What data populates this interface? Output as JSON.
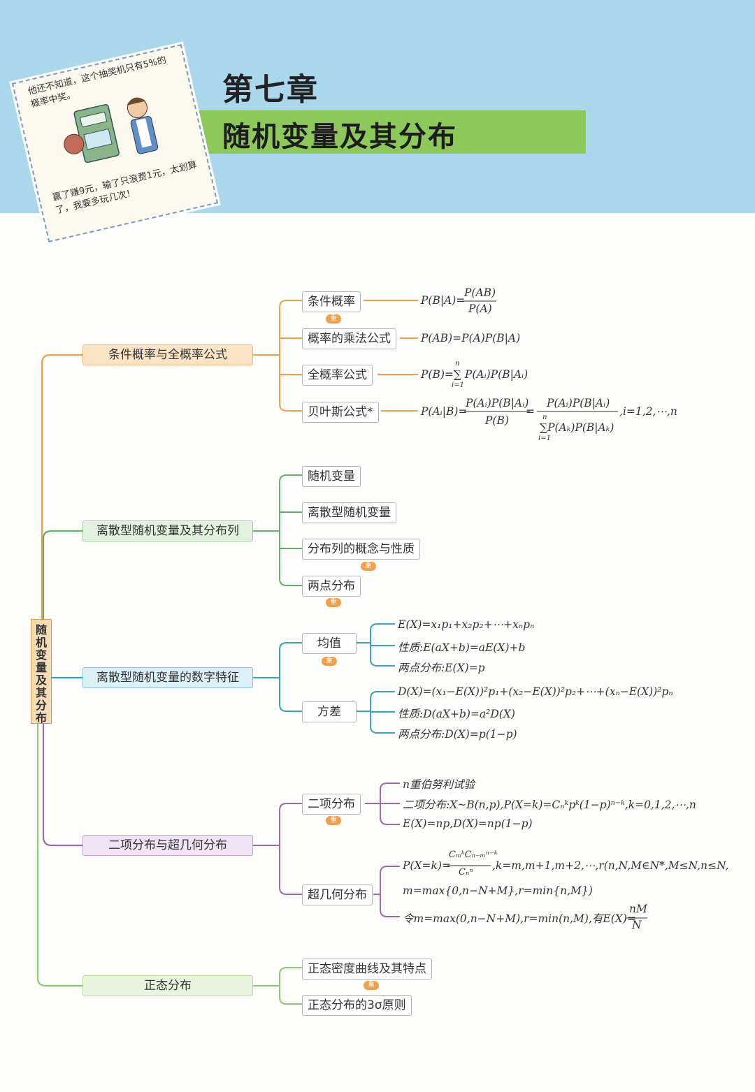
{
  "header": {
    "chapter": "第七章",
    "title": "随机变量及其分布"
  },
  "cartoon": {
    "caption_top": "他还不知道，这个抽奖机只有5%的概率中奖。",
    "caption_bottom": "赢了赚9元，输了只浪费1元，太划算了，我要多玩几次！"
  },
  "badge_label": "重",
  "root": {
    "label_chars": [
      "随",
      "机",
      "变",
      "量",
      "及",
      "其",
      "分",
      "布"
    ]
  },
  "branches": [
    {
      "label": "条件概率与全概率公式",
      "items": [
        {
          "label": "条件概率",
          "formula_lhs": "P(B|A)=",
          "formula_num": "P(AB)",
          "formula_den": "P(A)"
        },
        {
          "label": "概率的乘法公式",
          "formula": "P(AB)=P(A)P(B|A)"
        },
        {
          "label": "全概率公式",
          "formula": "P(B)=∑ P(Aᵢ)P(B|Aᵢ)",
          "sum_top": "n",
          "sum_bottom": "i=1"
        },
        {
          "label": "贝叶斯公式*",
          "formula_lhs": "P(Aᵢ|B)=",
          "frac1_num": "P(Aᵢ)P(B|Aᵢ)",
          "frac1_den": "P(B)",
          "frac2_num": "P(Aᵢ)P(B|Aᵢ)",
          "frac2_den": "∑P(Aₖ)P(B|Aₖ)",
          "sum_top": "n",
          "sum_bottom": "i=1",
          "tail": ",i=1,2,⋯,n"
        }
      ]
    },
    {
      "label": "离散型随机变量及其分布列",
      "items": [
        {
          "label": "随机变量"
        },
        {
          "label": "离散型随机变量"
        },
        {
          "label": "分布列的概念与性质"
        },
        {
          "label": "两点分布"
        }
      ]
    },
    {
      "label": "离散型随机变量的数字特征",
      "items": [
        {
          "label": "均值",
          "lines": [
            "E(X)=x₁p₁+x₂p₂+⋯+xₙpₙ",
            "性质:E(aX+b)=aE(X)+b",
            "两点分布:E(X)=p"
          ]
        },
        {
          "label": "方差",
          "lines": [
            "D(X)=(x₁−E(X))²p₁+(x₂−E(X))²p₂+⋯+(xₙ−E(X))²pₙ",
            "性质:D(aX+b)=a²D(X)",
            "两点分布:D(X)=p(1−p)"
          ]
        }
      ]
    },
    {
      "label": "二项分布与超几何分布",
      "items": [
        {
          "label": "二项分布",
          "lines": [
            "n重伯努利试验",
            "二项分布:X~B(n,p),P(X=k)=Cₙᵏpᵏ(1−p)ⁿ⁻ᵏ,k=0,1,2,⋯,n",
            "E(X)=np,D(X)=np(1−p)"
          ]
        },
        {
          "label": "超几何分布",
          "formula_lhs": "P(X=k)=",
          "frac_num": "CₘᵏCₙ₋ₘⁿ⁻ᵏ",
          "frac_den": "Cₙⁿ",
          "tail": ",k=m,m+1,m+2,⋯,r(n,N,M∈N*,M≤N,n≤N,",
          "line2": "m=max{0,n−N+M},r=min{n,M})",
          "line3_lhs": "令m=max(0,n−N+M),r=min(n,M),有E(X)=",
          "line3_num": "nM",
          "line3_den": "N"
        }
      ]
    },
    {
      "label": "正态分布",
      "items": [
        {
          "label": "正态密度曲线及其特点"
        },
        {
          "label": "正态分布的3σ原则"
        }
      ]
    }
  ],
  "colors": {
    "orange": "#f0a04b",
    "green": "#62b169",
    "blue": "#3aa0c8",
    "purple": "#9a6bb0",
    "lightgreen": "#8cc870",
    "sky": "#abd7ec",
    "titlebar": "#8dc85a"
  }
}
